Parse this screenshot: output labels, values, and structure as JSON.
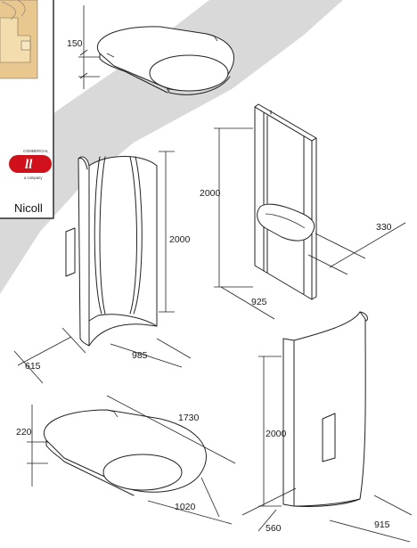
{
  "brand": {
    "name": "Nicoll",
    "logo_text": "ll",
    "badge_top": "COMMERCIAL",
    "badge_bottom": "a company",
    "logo_color": "#d0111b",
    "panel_bg": "#d9d9d9",
    "plan_fill": "#e9c890"
  },
  "dimensions": {
    "canopy_height": "150",
    "tall_width": "2000",
    "tall_depth": "330",
    "tall_front": "925",
    "round_height": "2000",
    "round_front": "615",
    "round_depth": "985",
    "oval_height": "220",
    "oval_length": "1730",
    "oval_width": "1020",
    "curved_height": "2000",
    "curved_front": "560",
    "curved_depth": "915"
  }
}
